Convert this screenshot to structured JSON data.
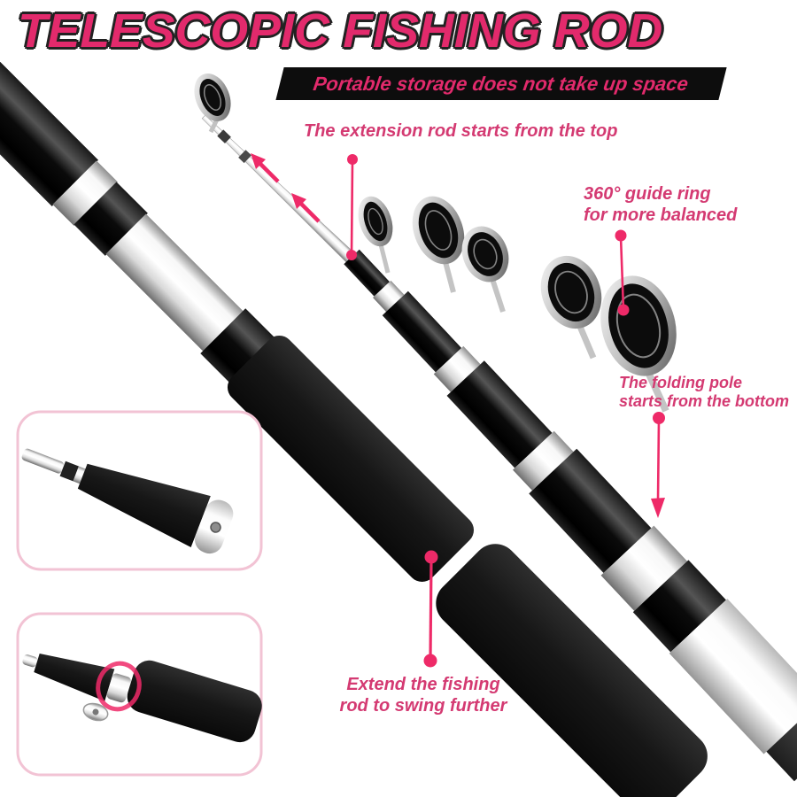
{
  "header": {
    "title": "TELESCOPIC FISHING ROD",
    "banner": "Portable storage does not take up space"
  },
  "annotations": {
    "extension_rod": "The extension rod starts from the top",
    "guide_ring": {
      "line1": "360° guide ring",
      "line2": "for more balanced"
    },
    "folding_pole": {
      "line1": "The folding pole",
      "line2": "starts from the bottom"
    },
    "extend_swing": {
      "line1": "Extend the fishing",
      "line2": "rod to swing further"
    }
  },
  "colors": {
    "accent_pink": "#e22a6c",
    "banner_bg": "#0d0d0d",
    "annotation_pink": "#d43a72",
    "leader_pink": "#ee2a68",
    "inset_border": "#f2c3d4"
  }
}
